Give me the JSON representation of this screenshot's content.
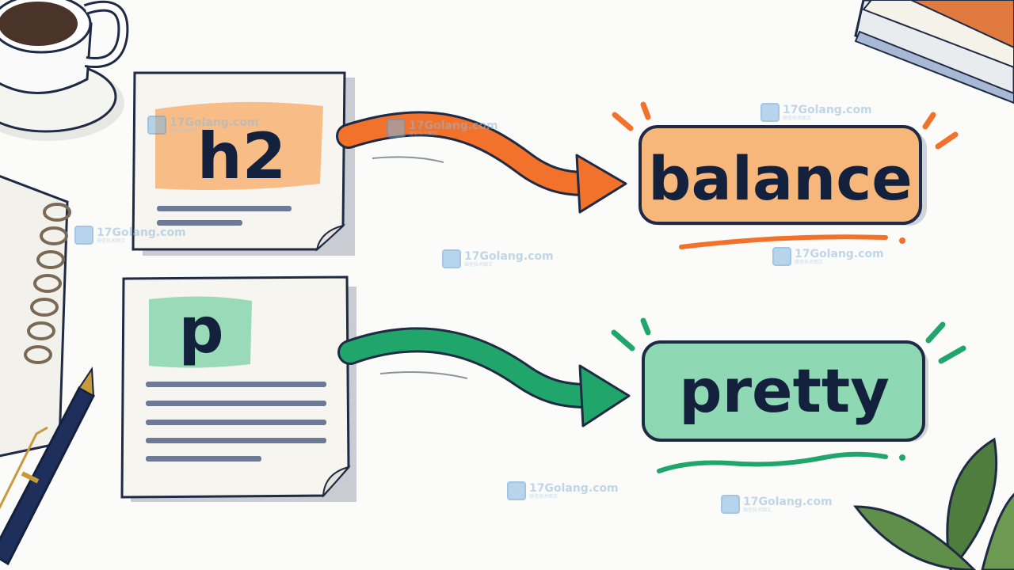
{
  "doc_top": {
    "tag": "h2"
  },
  "doc_bottom": {
    "tag": "p"
  },
  "result_top": {
    "label": "balance",
    "color": "#f7b77b",
    "accent": "#f2722b"
  },
  "result_bottom": {
    "label": "pretty",
    "color": "#8ed8b3",
    "accent": "#20a66b"
  },
  "watermark": {
    "text": "17Golang.com",
    "sub": "微信技术图文"
  }
}
